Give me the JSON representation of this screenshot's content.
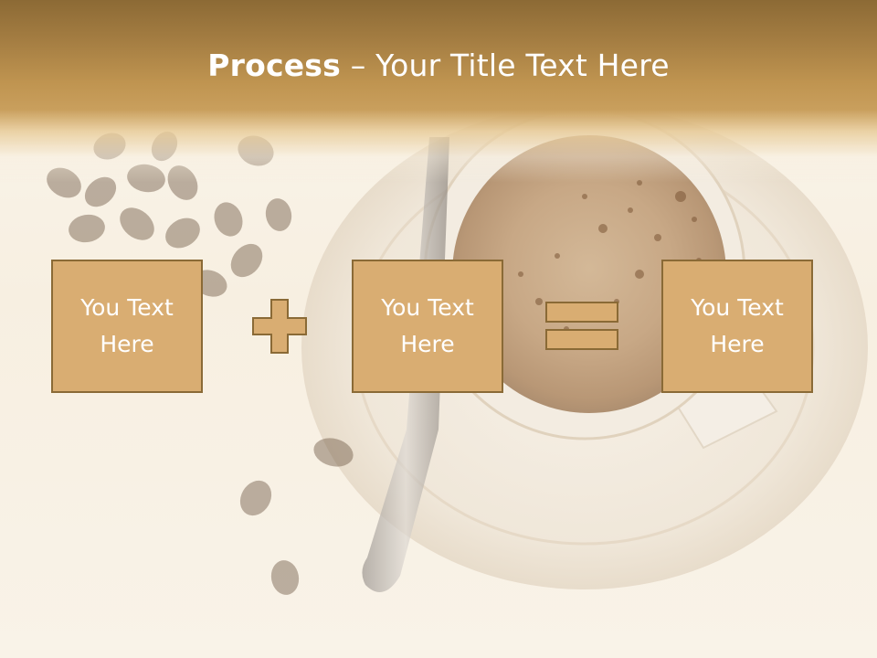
{
  "slide": {
    "title_bold": "Process",
    "title_separator": " – ",
    "title_rest": "Your Title Text Here"
  },
  "process": {
    "boxes": [
      {
        "line1": "You Text",
        "line2": "Here"
      },
      {
        "line1": "You Text",
        "line2": "Here"
      },
      {
        "line1": "You Text",
        "line2": "Here"
      }
    ],
    "operators": [
      "plus-icon",
      "equals-icon"
    ]
  },
  "colors": {
    "header": "#a47d42",
    "box_fill": "#d9ad72",
    "box_border": "#8a6a36",
    "text": "#ffffff"
  }
}
